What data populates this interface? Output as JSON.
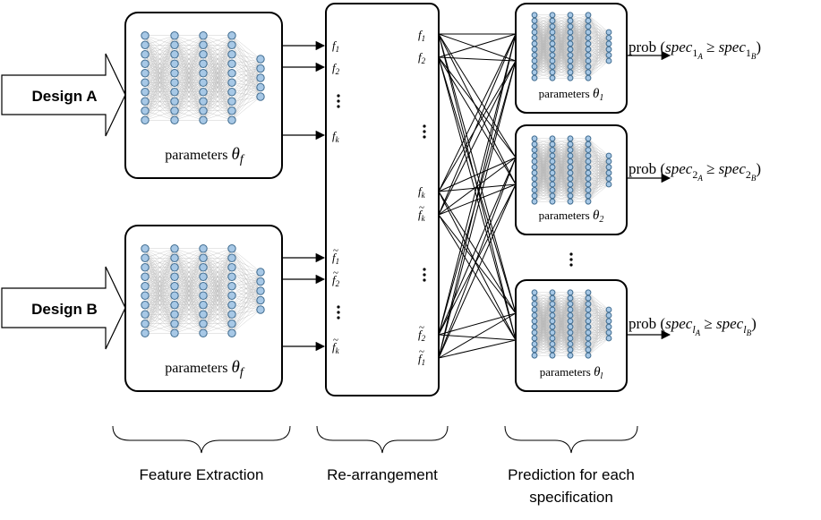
{
  "inputs": [
    {
      "label": "Design A"
    },
    {
      "label": "Design B"
    }
  ],
  "feature_extractor": {
    "param_prefix": "parameters",
    "param_symbol": "θ",
    "param_sub": "f"
  },
  "rearrangement": {
    "left_features": [
      {
        "sym": "f",
        "sub": "1",
        "tilde": false
      },
      {
        "sym": "f",
        "sub": "2",
        "tilde": false
      },
      {
        "sym": "f",
        "sub": "k",
        "tilde": false
      },
      {
        "sym": "f",
        "sub": "1",
        "tilde": true
      },
      {
        "sym": "f",
        "sub": "2",
        "tilde": true
      },
      {
        "sym": "f",
        "sub": "k",
        "tilde": true
      }
    ],
    "right_features": [
      {
        "sym": "f",
        "sub": "1",
        "tilde": false
      },
      {
        "sym": "f",
        "sub": "2",
        "tilde": false
      },
      {
        "sym": "f",
        "sub": "k",
        "tilde": false
      },
      {
        "sym": "f",
        "sub": "k",
        "tilde": true
      },
      {
        "sym": "f",
        "sub": "2",
        "tilde": true
      },
      {
        "sym": "f",
        "sub": "1",
        "tilde": true
      }
    ]
  },
  "predictors": [
    {
      "param_prefix": "parameters",
      "param_symbol": "θ",
      "param_sub": "1",
      "prob": {
        "word": "prob",
        "spec": "spec",
        "idx": "1",
        "a": "A",
        "b": "B",
        "op": "≥"
      }
    },
    {
      "param_prefix": "parameters",
      "param_symbol": "θ",
      "param_sub": "2",
      "prob": {
        "word": "prob",
        "spec": "spec",
        "idx": "2",
        "a": "A",
        "b": "B",
        "op": "≥"
      }
    },
    {
      "param_prefix": "parameters",
      "param_symbol": "θ",
      "param_sub": "l",
      "prob": {
        "word": "prob",
        "spec": "spec",
        "idx": "l",
        "a": "A",
        "b": "B",
        "op": "≥"
      }
    }
  ],
  "stages": [
    {
      "label": "Feature Extraction"
    },
    {
      "label": "Re-arrangement"
    },
    {
      "label": "Prediction for each"
    },
    {
      "label": "specification"
    }
  ]
}
